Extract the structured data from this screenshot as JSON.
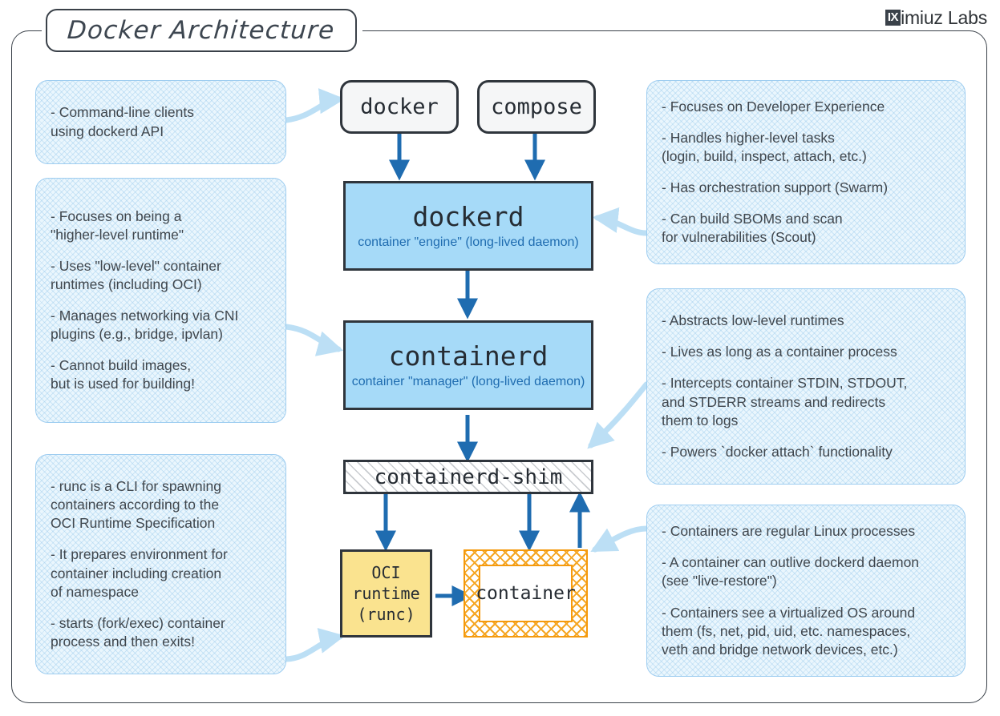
{
  "header": {
    "title": "Docker Architecture",
    "brand_mark": "IX",
    "brand_name": "imiuz Labs"
  },
  "colors": {
    "ink": "#2f353c",
    "arrow_blue": "#1f6cb0",
    "soft_blue_arrow": "#bcdff5",
    "daemon_fill": "#a6daf8",
    "callout_fill": "#eaf6fd",
    "callout_border": "#9ecdf0",
    "runc_fill": "#fae38f",
    "container_orange": "#f5a623",
    "subtitle_blue": "#1f6cb0"
  },
  "nodes": {
    "docker": {
      "title": "docker",
      "subtitle": ""
    },
    "compose": {
      "title": "compose",
      "subtitle": ""
    },
    "dockerd": {
      "title": "dockerd",
      "subtitle": "container \"engine\"\n(long-lived daemon)"
    },
    "containerd": {
      "title": "containerd",
      "subtitle": "container \"manager\"\n(long-lived daemon)"
    },
    "shim": {
      "title": "containerd-shim",
      "subtitle": ""
    },
    "runc": {
      "title": "OCI\nruntime\n(runc)",
      "subtitle": ""
    },
    "container": {
      "title": "container",
      "subtitle": ""
    }
  },
  "callouts": {
    "cli": {
      "bullets": [
        "- Command-line clients\n  using dockerd API"
      ]
    },
    "containerd_left": {
      "bullets": [
        "- Focuses on being a\n  \"higher-level runtime\"",
        "- Uses \"low-level\" container\n  runtimes (including OCI)",
        "- Manages networking via CNI\n  plugins (e.g., bridge, ipvlan)",
        "- Cannot build images,\n  but is used for building!"
      ]
    },
    "runc_left": {
      "bullets": [
        "- runc is a CLI for spawning\n  containers according to the\n  OCI Runtime Specification",
        "- It prepares environment for\n  container including creation\n  of namespace",
        "- starts (fork/exec) container\n  process and then exits!"
      ]
    },
    "dockerd_right": {
      "bullets": [
        "- Focuses on Developer Experience",
        "- Handles higher-level tasks\n  (login, build, inspect, attach, etc.)",
        "- Has orchestration support (Swarm)",
        "- Can build SBOMs and scan\n  for vulnerabilities (Scout)"
      ]
    },
    "shim_right": {
      "bullets": [
        "- Abstracts low-level runtimes",
        "- Lives as long as a container process",
        "- Intercepts container STDIN, STDOUT,\n  and STDERR streams and redirects\n  them to logs",
        "- Powers `docker attach` functionality"
      ]
    },
    "container_right": {
      "bullets": [
        "- Containers are regular Linux processes",
        "- A container can outlive dockerd daemon\n  (see \"live-restore\")",
        "- Containers see a virtualized OS around\n  them (fs, net, pid, uid, etc. namespaces,\n  veth and bridge network devices, etc.)"
      ]
    }
  }
}
